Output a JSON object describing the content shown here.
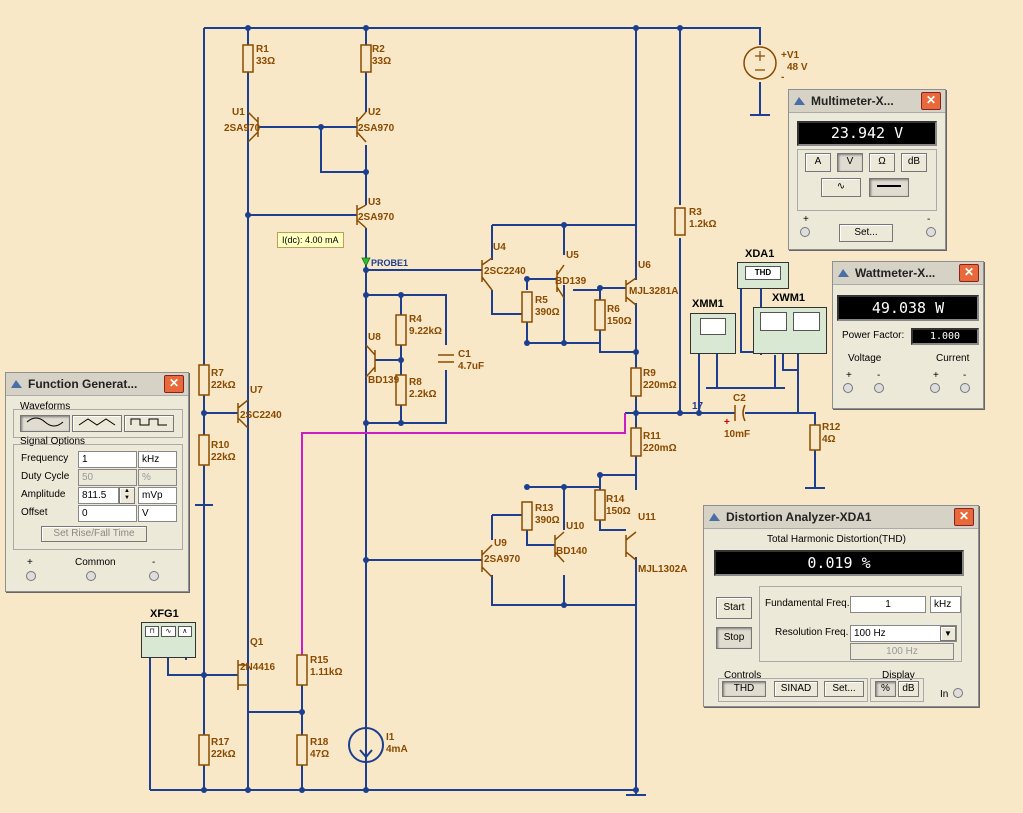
{
  "schematic": {
    "labels": {
      "r1": "R1",
      "r1_val": "33Ω",
      "r2": "R2",
      "r2_val": "33Ω",
      "u1": "U1",
      "u1_part": "2SA970",
      "u2": "U2",
      "u2_part": "2SA970",
      "u3": "U3",
      "u3_part": "2SA970",
      "v1": "+V1",
      "v1_val": "48 V",
      "v1_minus": "-",
      "r3": "R3",
      "r3_val": "1.2kΩ",
      "u4": "U4",
      "u4_part": "2SC2240",
      "u5": "U5",
      "u5_part": "BD139",
      "u6": "U6",
      "u6_part": "MJL3281A",
      "r5": "R5",
      "r5_val": "390Ω",
      "r6": "R6",
      "r6_val": "150Ω",
      "r4": "R4",
      "r4_val": "9.22kΩ",
      "u8": "U8",
      "u8_part": "BD139",
      "r8": "R8",
      "r8_val": "2.2kΩ",
      "c1": "C1",
      "c1_val": "4.7uF",
      "r7": "R7",
      "r7_val": "22kΩ",
      "u7": "U7",
      "u7_part": "2SC2240",
      "r10": "R10",
      "r10_val": "22kΩ",
      "r9": "R9",
      "r9_val": "220mΩ",
      "r11": "R11",
      "r11_val": "220mΩ",
      "node17": "17",
      "c2": "C2",
      "c2_val": "10mF",
      "c2_plus": "+",
      "r12": "R12",
      "r12_val": "4Ω",
      "r13": "R13",
      "r13_val": "390Ω",
      "r14": "R14",
      "r14_val": "150Ω",
      "u9": "U9",
      "u9_part": "2SA970",
      "u10": "U10",
      "u10_part": "BD140",
      "u11": "U11",
      "u11_part": "MJL1302A",
      "q1": "Q1",
      "q1_part": "2N4416",
      "r15": "R15",
      "r15_val": "1.11kΩ",
      "r18": "R18",
      "r18_val": "47Ω",
      "r17": "R17",
      "r17_val": "22kΩ",
      "i1": "I1",
      "i1_val": "4mA",
      "xfg1": "XFG1",
      "xmm1": "XMM1",
      "xwm1": "XWM1",
      "xda1": "XDA1",
      "probe_label": "PROBE1",
      "probe_reading": "I(dc): 4.00 mA",
      "thd_box": "THD"
    }
  },
  "multimeter": {
    "title": "Multimeter-X...",
    "reading": "23.942 V",
    "modes": [
      "A",
      "V",
      "Ω",
      "dB"
    ],
    "set_label": "Set...",
    "plus": "+",
    "minus": "-"
  },
  "wattmeter": {
    "title": "Wattmeter-X...",
    "reading": "49.038 W",
    "pf_label": "Power Factor:",
    "pf_value": "1.000",
    "voltage_label": "Voltage",
    "current_label": "Current",
    "plus": "+",
    "minus": "-"
  },
  "function_generator": {
    "title": "Function Generat...",
    "waveforms_label": "Waveforms",
    "signal_options_label": "Signal Options",
    "frequency_label": "Frequency",
    "frequency_value": "1",
    "frequency_unit": "kHz",
    "duty_label": "Duty Cycle",
    "duty_value": "50",
    "duty_unit": "%",
    "amplitude_label": "Amplitude",
    "amplitude_value": "811.5",
    "amplitude_unit": "mVp",
    "offset_label": "Offset",
    "offset_value": "0",
    "offset_unit": "V",
    "rise_fall_label": "Set Rise/Fall Time",
    "plus": "+",
    "common": "Common",
    "minus": "-"
  },
  "distortion_analyzer": {
    "title": "Distortion Analyzer-XDA1",
    "thd_heading": "Total Harmonic Distortion(THD)",
    "reading": "0.019 %",
    "start_label": "Start",
    "stop_label": "Stop",
    "fund_label": "Fundamental Freq.",
    "fund_value": "1",
    "fund_unit": "kHz",
    "res_label": "Resolution Freq.",
    "res_value": "100 Hz",
    "res_readout": "100 Hz",
    "controls_label": "Controls",
    "display_label": "Display",
    "thd_button": "THD",
    "sinad_button": "SINAD",
    "set_button": "Set...",
    "pct_button": "%",
    "db_button": "dB",
    "in_label": "In"
  }
}
